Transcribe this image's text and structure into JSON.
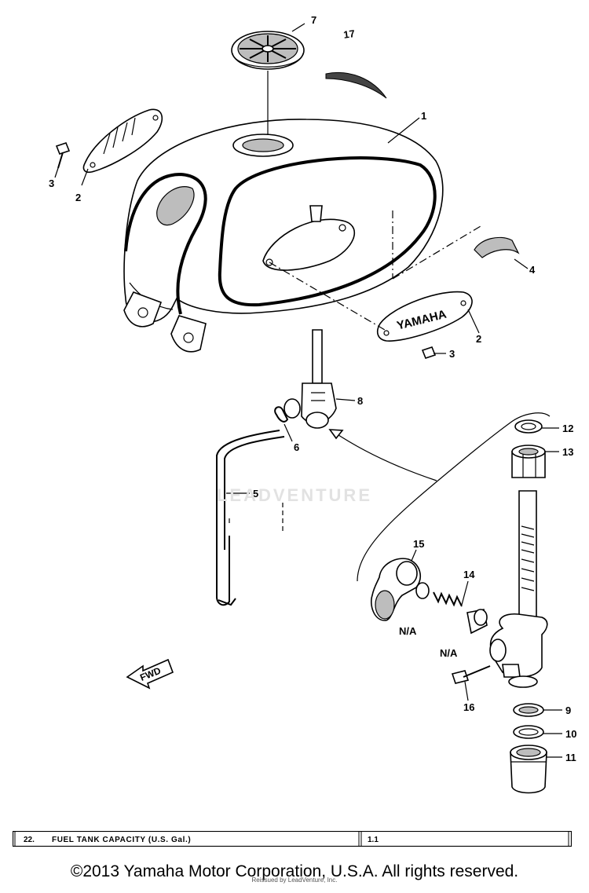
{
  "diagram": {
    "callouts": {
      "c1": "1",
      "c2a": "2",
      "c2b": "2",
      "c3a": "3",
      "c3b": "3",
      "c4": "4",
      "c5": "5",
      "c6": "6",
      "c7": "7",
      "c8": "8",
      "c9": "9",
      "c10": "10",
      "c11": "11",
      "c12": "12",
      "c13": "13",
      "c14": "14",
      "c15": "15",
      "c16": "16",
      "c17": "17",
      "na1": "N/A",
      "na2": "N/A"
    },
    "emblem_text": "YAMAHA",
    "fwd_text": "FWD"
  },
  "spec_row": {
    "index": "22.",
    "label": "FUEL TANK CAPACITY (U.S. Gal.)",
    "value": "1.1"
  },
  "watermark": "LEADVENTURE",
  "footer": {
    "copyright": "©2013 Yamaha Motor Corporation, U.S.A. All rights reserved.",
    "sub": "Reissued by LeadVenture, Inc."
  }
}
